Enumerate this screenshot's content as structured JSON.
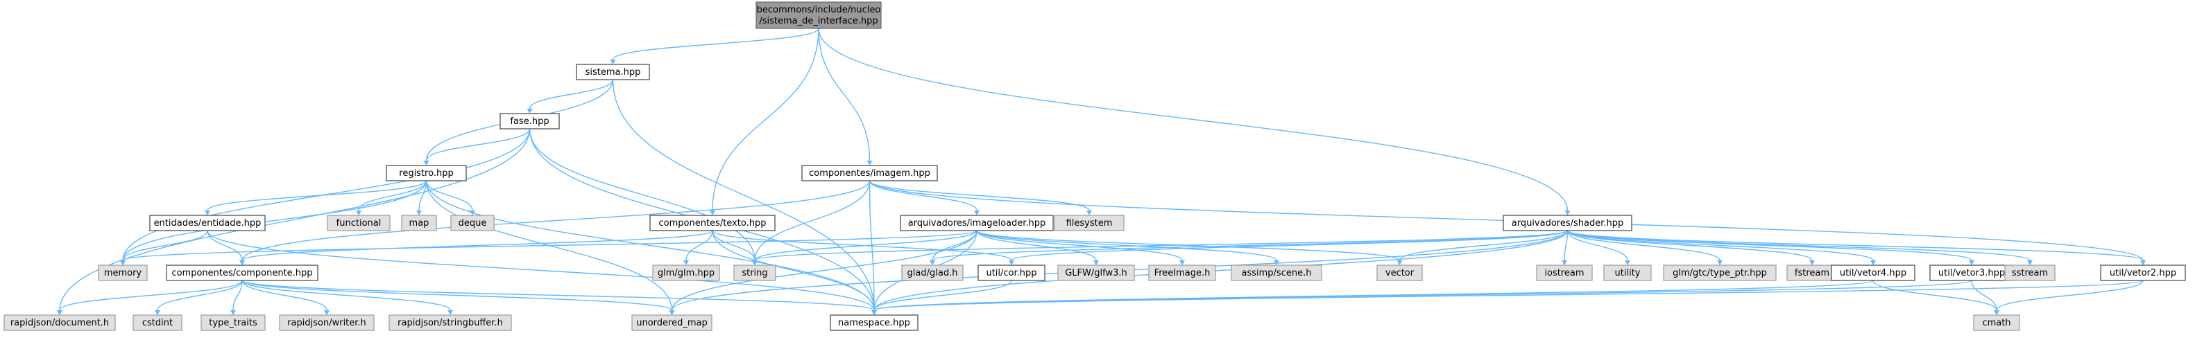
{
  "diagram": {
    "root": {
      "line1": "becommons/include/nucleo",
      "line2": "/sistema_de_interface.hpp"
    },
    "nodes": {
      "sistema": "sistema.hpp",
      "fase": "fase.hpp",
      "registro": "registro.hpp",
      "functional": "functional",
      "map": "map",
      "deque": "deque",
      "entidade": "entidades/entidade.hpp",
      "memory": "memory",
      "componente": "componentes/componente.hpp",
      "rapidjson_document": "rapidjson/document.h",
      "cstdint": "cstdint",
      "type_traits": "type_traits",
      "rapidjson_writer": "rapidjson/writer.h",
      "rapidjson_stringbuffer": "rapidjson/stringbuffer.h",
      "unordered_map": "unordered_map",
      "namespace": "namespace.hpp",
      "texto": "componentes/texto.hpp",
      "glm": "glm/glm.hpp",
      "string": "string",
      "imagem": "componentes/imagem.hpp",
      "imageloader": "arquivadores/imageloader.hpp",
      "filesystem": "filesystem",
      "glad": "glad/glad.h",
      "cor": "util/cor.hpp",
      "glfw": "GLFW/glfw3.h",
      "freeimage": "FreeImage.h",
      "assimp": "assimp/scene.h",
      "vector": "vector",
      "shader": "arquivadores/shader.hpp",
      "iostream": "iostream",
      "utility": "utility",
      "type_ptr": "glm/gtc/type_ptr.hpp",
      "fstream": "fstream",
      "vetor4": "util/vetor4.hpp",
      "vetor3": "util/vetor3.hpp",
      "sstream": "sstream",
      "vetor2": "util/vetor2.hpp",
      "cmath": "cmath"
    }
  }
}
